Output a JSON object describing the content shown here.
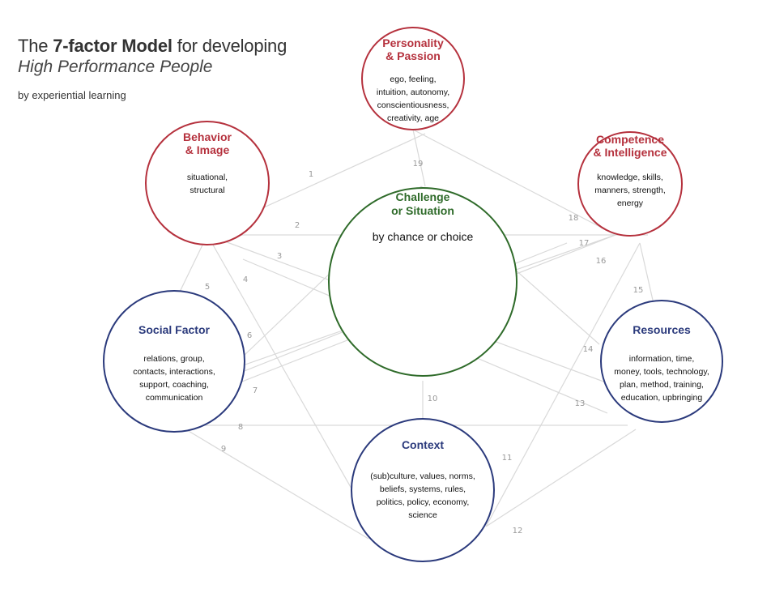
{
  "title": {
    "part1": "The ",
    "bold": "7-factor Model",
    "part2": " for developing",
    "line2": "High Performance People",
    "byline": "by experiential learning"
  },
  "colors": {
    "red": "#b5313d",
    "blue": "#2b3a7c",
    "green": "#2f6b2a",
    "line": "#d9d9d9"
  },
  "nodes": {
    "personality": {
      "title": [
        "Personality",
        "& Passion"
      ],
      "desc": [
        "ego, feeling,",
        "intuition, autonomy,",
        "conscientiousness,",
        "creativity, age"
      ]
    },
    "behavior": {
      "title": [
        "Behavior",
        "& Image"
      ],
      "desc": [
        "situational,",
        "structural"
      ]
    },
    "competence": {
      "title": [
        "Competence",
        "& Intelligence"
      ],
      "desc": [
        "knowledge, skills,",
        "manners, strength,",
        "energy"
      ]
    },
    "challenge": {
      "title": [
        "Challenge",
        "or Situation"
      ],
      "desc": [
        "by chance or choice"
      ]
    },
    "social": {
      "title": [
        "Social Factor"
      ],
      "desc": [
        "relations, group,",
        "contacts, interactions,",
        "support, coaching,",
        "communication"
      ]
    },
    "resources": {
      "title": [
        "Resources"
      ],
      "desc": [
        "information, time,",
        "money, tools, technology,",
        "plan, method, training,",
        "education, upbringing"
      ]
    },
    "context": {
      "title": [
        "Context"
      ],
      "desc": [
        "(sub)culture, values, norms,",
        "beliefs, systems, rules,",
        "politics, policy, economy,",
        "science"
      ]
    }
  },
  "links": [
    "1",
    "2",
    "3",
    "4",
    "5",
    "6",
    "7",
    "8",
    "9",
    "10",
    "11",
    "12",
    "13",
    "14",
    "15",
    "16",
    "17",
    "18",
    "19"
  ]
}
